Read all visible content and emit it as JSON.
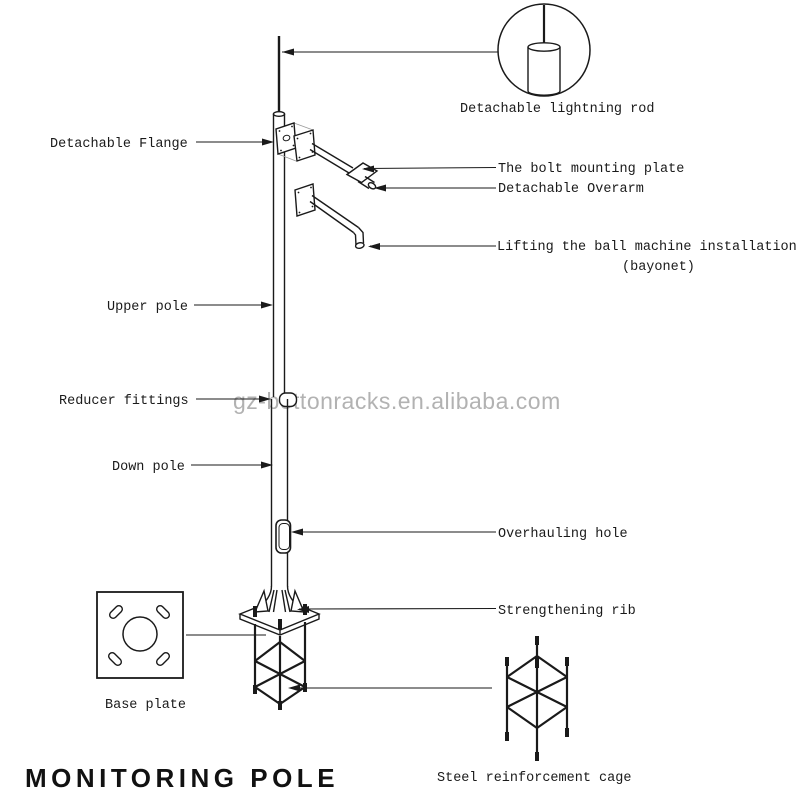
{
  "title": "MONITORING POLE",
  "watermark": "gz-bottonracks.en.alibaba.com",
  "colors": {
    "line": "#1a1a1a",
    "watermark_gray": "#b2b2b2",
    "background": "#ffffff"
  },
  "labels": {
    "lightning_rod": "Detachable lightning rod",
    "flange": "Detachable Flange",
    "bolt_plate": "The bolt mounting plate",
    "overarm": "Detachable Overarm",
    "lifting_1": "Lifting the ball machine installation",
    "lifting_2": "(bayonet)",
    "upper_pole": "Upper pole",
    "reducer": "Reducer fittings",
    "down_pole": "Down pole",
    "overhauling": "Overhauling hole",
    "rib": "Strengthening rib",
    "base_plate": "Base plate",
    "cage": "Steel reinforcement cage"
  }
}
